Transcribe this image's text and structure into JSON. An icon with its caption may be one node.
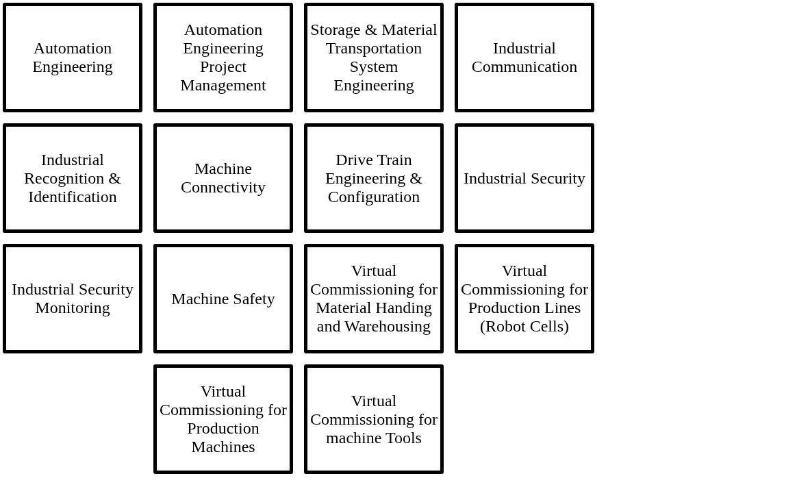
{
  "diagram": {
    "nodes": [
      {
        "text": [
          "Automation Engineering"
        ]
      },
      {
        "text": [
          "Automation Engineering Project Management"
        ]
      },
      {
        "text": [
          "Storage & Material Transportation System Engineering"
        ]
      },
      {
        "text": [
          "Industrial Communication"
        ]
      },
      {
        "text": [
          "Industrial Recognition & Identification"
        ]
      },
      {
        "text": [
          "Machine Connectivity"
        ]
      },
      {
        "text": [
          "Drive Train Engineering & Configuration"
        ]
      },
      {
        "text": [
          "Industrial Security"
        ]
      },
      {
        "text": [
          "Industrial Security Monitoring"
        ]
      },
      {
        "text": [
          "Machine Safety"
        ]
      },
      {
        "text": [
          "Virtual Commissioning for Material Handing and Warehousing"
        ]
      },
      {
        "text": [
          "Virtual Commissioning for Production Lines (Robot Cells)"
        ]
      },
      {
        "text": [
          "Virtual Commissioning for Production Machines"
        ]
      },
      {
        "text": [
          "Virtual Commissioning for machine Tools"
        ]
      }
    ]
  }
}
